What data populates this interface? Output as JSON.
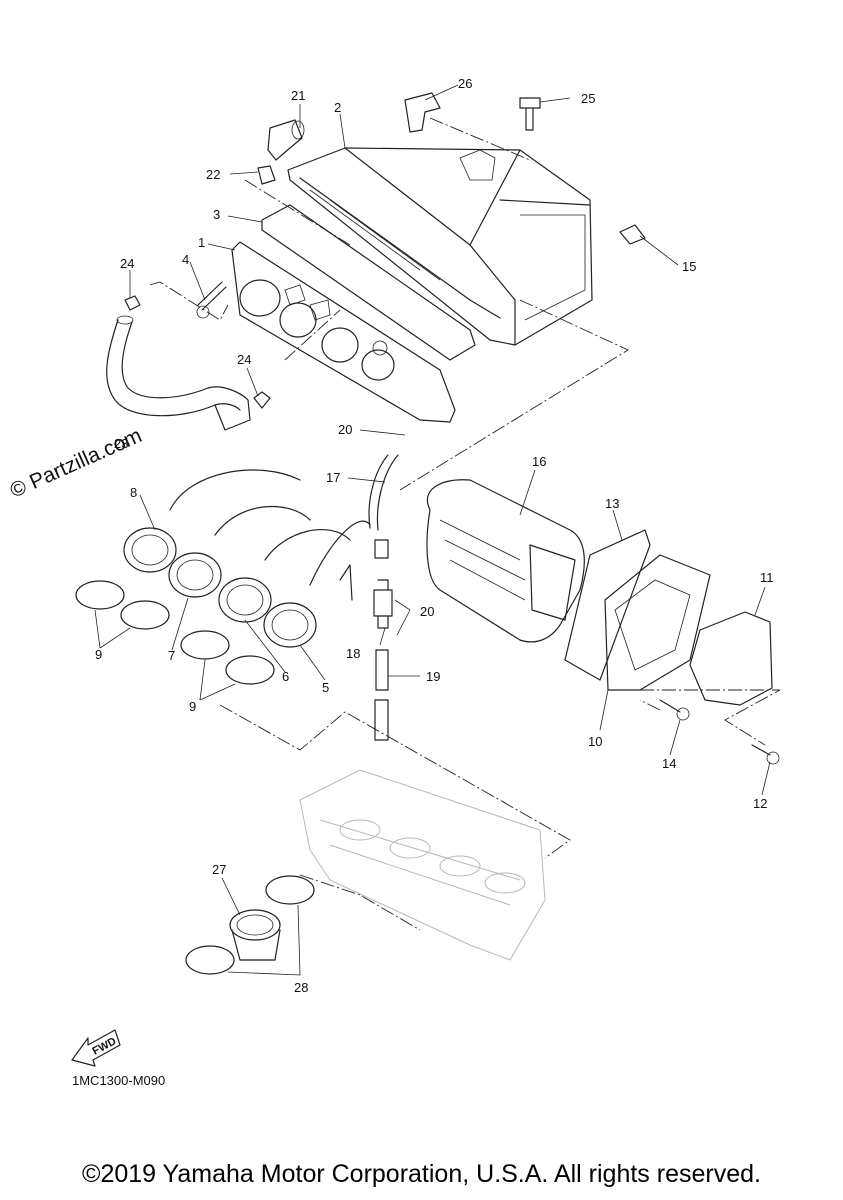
{
  "watermark": "© Partzilla.com",
  "diagram_code": "1MC1300-M090",
  "fwd_label": "FWD",
  "copyright": "©2019 Yamaha Motor Corporation, U.S.A. All rights reserved.",
  "callouts": {
    "c1": "1",
    "c2": "2",
    "c3": "3",
    "c4": "4",
    "c5": "5",
    "c6": "6",
    "c7": "7",
    "c8": "8",
    "c9a": "9",
    "c9b": "9",
    "c10": "10",
    "c11": "11",
    "c12": "12",
    "c13": "13",
    "c14": "14",
    "c15": "15",
    "c16": "16",
    "c17": "17",
    "c18": "18",
    "c19": "19",
    "c20a": "20",
    "c20b": "20",
    "c21": "21",
    "c22": "22",
    "c23": "23",
    "c24a": "24",
    "c24b": "24",
    "c25": "25",
    "c26": "26",
    "c27": "27",
    "c28": "28"
  }
}
